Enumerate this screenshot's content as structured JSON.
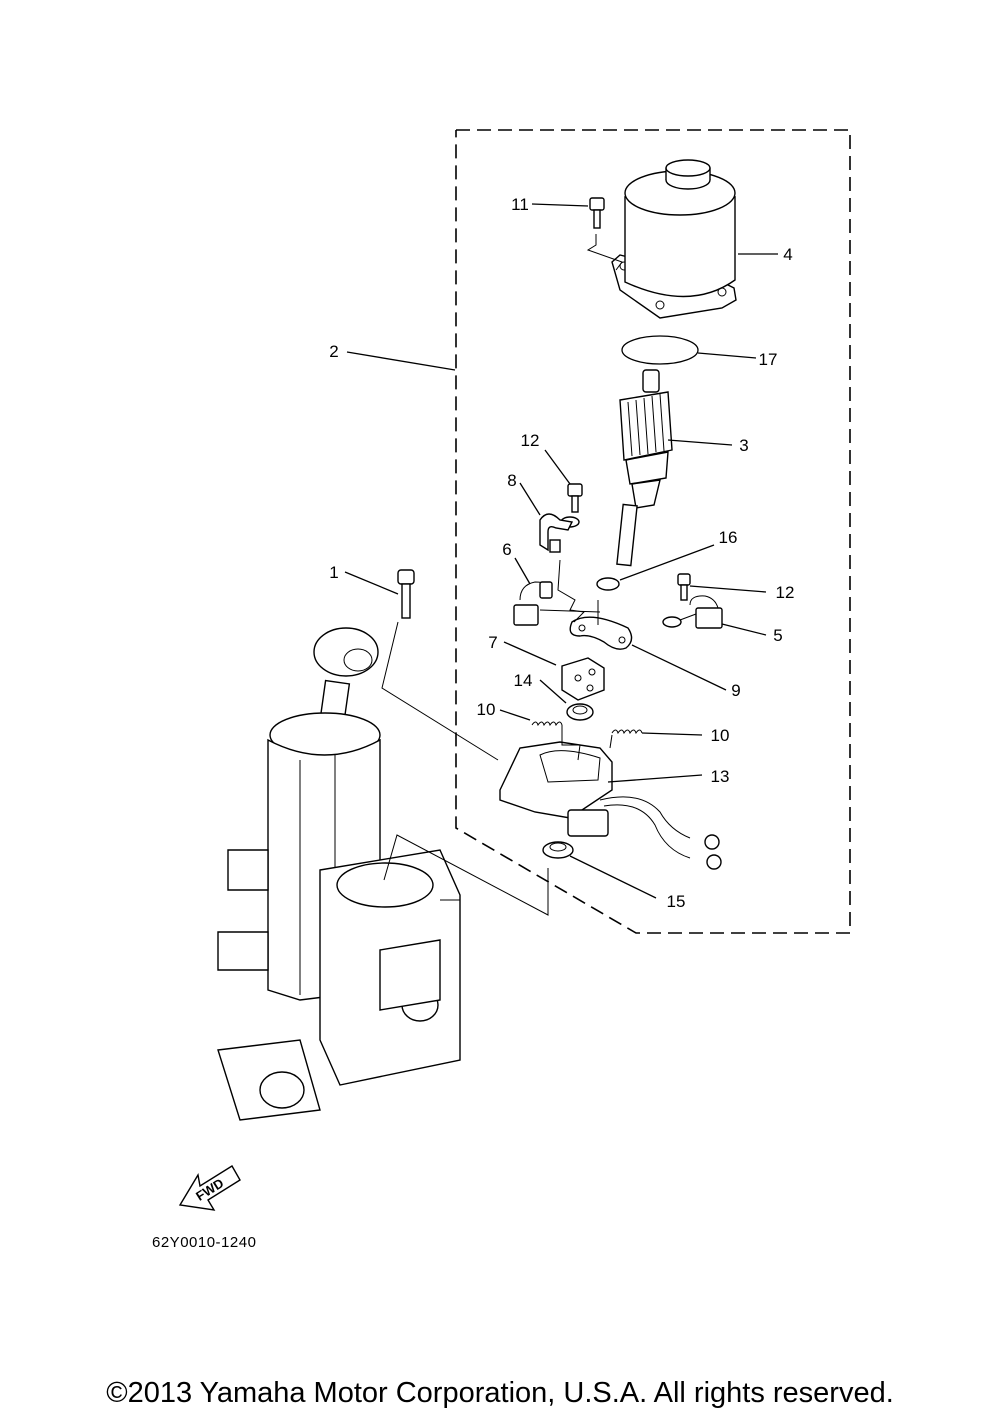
{
  "diagram": {
    "callouts": [
      {
        "id": "c1",
        "label": "1"
      },
      {
        "id": "c2",
        "label": "2"
      },
      {
        "id": "c3",
        "label": "3"
      },
      {
        "id": "c4",
        "label": "4"
      },
      {
        "id": "c5",
        "label": "5"
      },
      {
        "id": "c6",
        "label": "6"
      },
      {
        "id": "c7",
        "label": "7"
      },
      {
        "id": "c8",
        "label": "8"
      },
      {
        "id": "c9",
        "label": "9"
      },
      {
        "id": "c10a",
        "label": "10"
      },
      {
        "id": "c10b",
        "label": "10"
      },
      {
        "id": "c11",
        "label": "11"
      },
      {
        "id": "c12a",
        "label": "12"
      },
      {
        "id": "c12b",
        "label": "12"
      },
      {
        "id": "c13",
        "label": "13"
      },
      {
        "id": "c14",
        "label": "14"
      },
      {
        "id": "c15",
        "label": "15"
      },
      {
        "id": "c16",
        "label": "16"
      },
      {
        "id": "c17",
        "label": "17"
      }
    ],
    "fwd_label": "FWD",
    "drawing_code": "62Y0010-1240",
    "icons": [
      "fwd-arrow-icon"
    ]
  },
  "footer": {
    "copyright": "©2013 Yamaha Motor Corporation, U.S.A. All rights reserved."
  }
}
